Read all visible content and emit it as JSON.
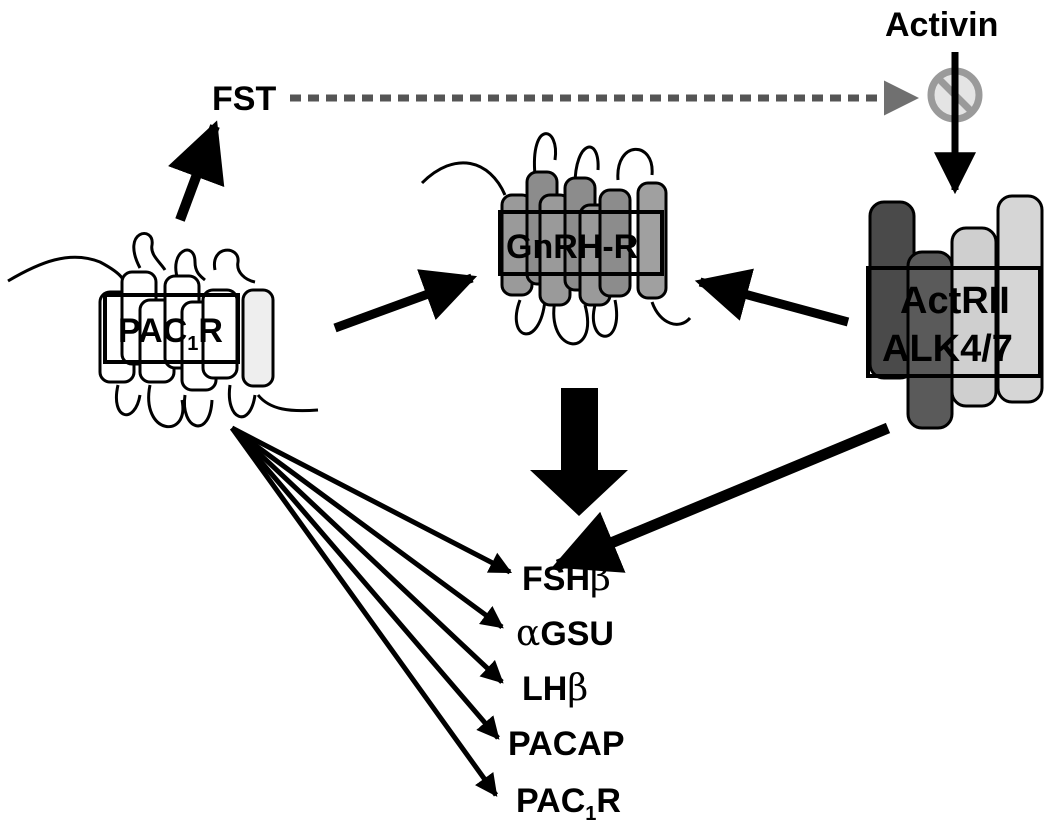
{
  "labels": {
    "fst": "FST",
    "activin": "Activin",
    "pac1r_receptor": {
      "prefix": "PAC",
      "sub": "1",
      "suffix": "R"
    },
    "gnrh_receptor": "GnRH-R",
    "act_receptor_line1": "ActRII",
    "act_receptor_line2": "ALK4/7"
  },
  "targets": [
    {
      "text": "FSH",
      "greek": "β"
    },
    {
      "greek": "α",
      "text": "GSU"
    },
    {
      "text": "LH",
      "greek": "β"
    },
    {
      "text": "PACAP"
    },
    {
      "text": "PAC",
      "sub": "1",
      "suffix": "R"
    }
  ],
  "colors": {
    "arrow": "#000000",
    "dashed_arrow": "#505050",
    "block_symbol": "#9a9a9a",
    "gnrh_fill": "#8c8c8c",
    "act_dark": "#4a4a4a",
    "act_light": "#cfcfcf",
    "pac_fill": "#eeeeee"
  }
}
